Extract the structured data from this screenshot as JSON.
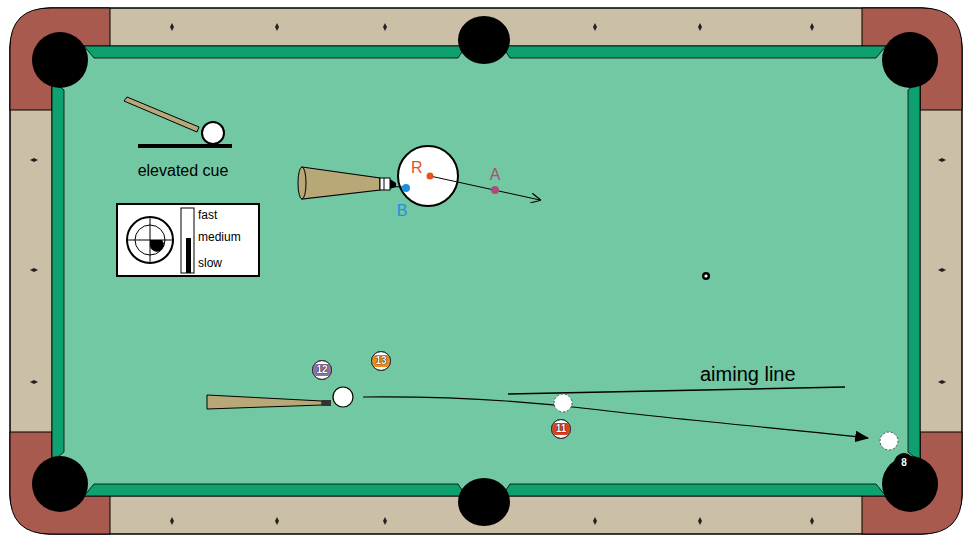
{
  "diagram": {
    "nodes": [
      {
        "text": [
          "fast",
          "medium",
          "slow"
        ]
      },
      {
        "text": [
          "R"
        ]
      },
      {
        "text": [
          "12"
        ]
      },
      {
        "text": [
          "13"
        ]
      },
      {
        "text": [
          "11"
        ]
      },
      {
        "text": [
          "8"
        ]
      }
    ],
    "labels": [
      "elevated cue",
      "A",
      "B",
      "aiming line"
    ]
  }
}
